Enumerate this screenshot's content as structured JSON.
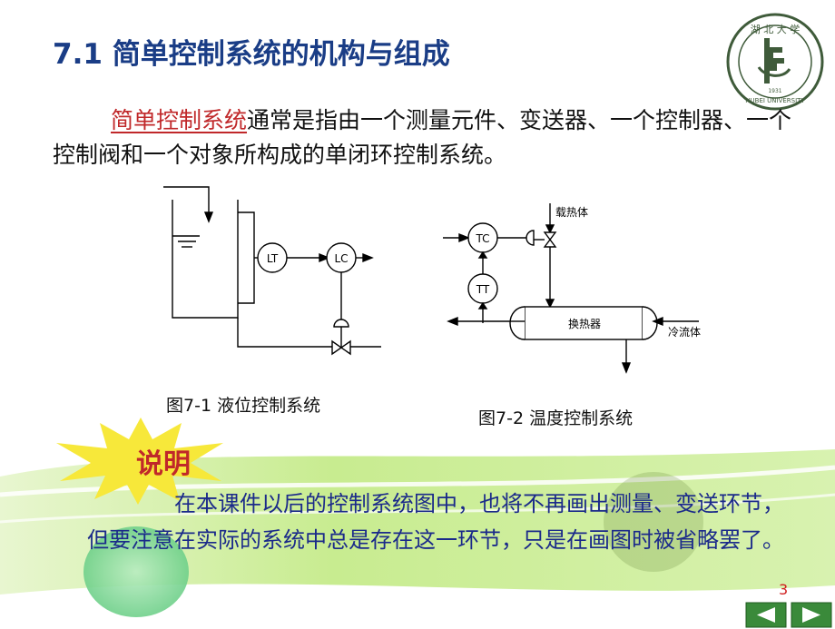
{
  "header": {
    "title": "7.1 简单控制系统的机构与组成"
  },
  "logo": {
    "icon": "university-seal-icon",
    "text": "湖北大学 1931 HUBEI UNIVERSITY"
  },
  "intro": {
    "highlight": "简单控制系统",
    "rest": "通常是指由一个测量元件、变送器、一个控制器、一个控制阀和一个对象所构成的单闭环控制系统。"
  },
  "figure1": {
    "caption": "图7-1 液位控制系统",
    "lt_label": "LT",
    "lc_label": "LC"
  },
  "figure2": {
    "caption": "图7-2  温度控制系统",
    "tc_label": "TC",
    "tt_label": "TT",
    "hx_label": "换热器",
    "carrier_label": "载热体",
    "cold_label": "冷流体"
  },
  "note": {
    "title": "说明",
    "body": "在本课件以后的控制系统图中，也将不再画出测量、变送环节，但要注意在实际的系统中总是存在这一环节，只是在画图时被省略罢了。"
  },
  "footer": {
    "page_number": "3",
    "prev_icon": "prev-arrow-icon",
    "next_icon": "next-arrow-icon"
  },
  "colors": {
    "title": "#1a3d86",
    "accent_red": "#c0282a",
    "note_text": "#1b2a8a",
    "band_green": "#c8ec90",
    "star_yellow": "#f7e83a"
  }
}
